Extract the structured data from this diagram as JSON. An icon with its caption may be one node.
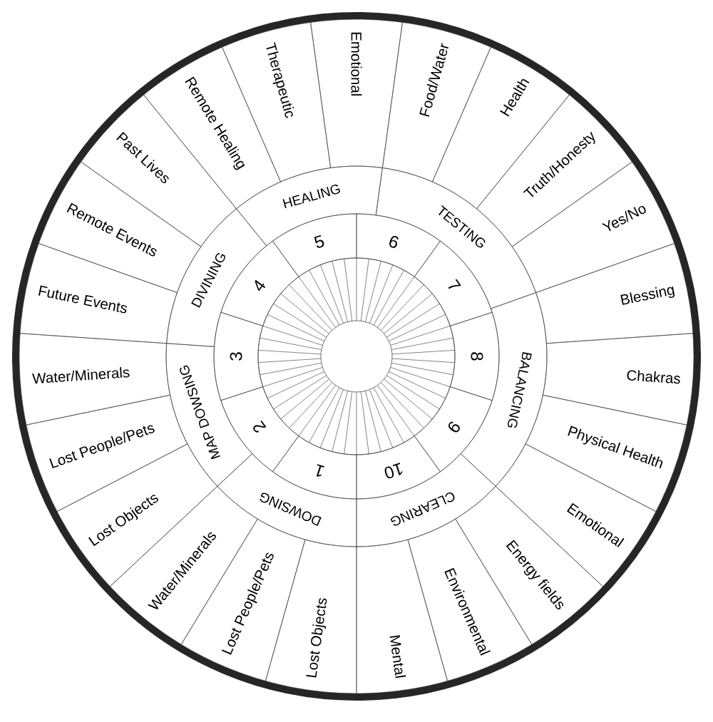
{
  "diagram": {
    "nodes": [
      {
        "text": [
          "Emotional"
        ]
      },
      {
        "text": [
          "Food/Water"
        ]
      },
      {
        "text": [
          "Health"
        ]
      },
      {
        "text": [
          "Truth/Honesty"
        ]
      },
      {
        "text": [
          "Yes/No"
        ]
      },
      {
        "text": [
          "Blessing"
        ]
      },
      {
        "text": [
          "Chakras"
        ]
      },
      {
        "text": [
          "Physical Health"
        ]
      },
      {
        "text": [
          "Emotional"
        ]
      },
      {
        "text": [
          "Energy fields"
        ]
      },
      {
        "text": [
          "Environmental"
        ]
      },
      {
        "text": [
          "Mental"
        ]
      },
      {
        "text": [
          "Lost Objects"
        ]
      },
      {
        "text": [
          "Lost People/Pets"
        ]
      },
      {
        "text": [
          "Water/Minerals"
        ]
      },
      {
        "text": [
          "Lost Objects"
        ]
      },
      {
        "text": [
          "Lost People/Pets"
        ]
      },
      {
        "text": [
          "Water/Minerals"
        ]
      },
      {
        "text": [
          "Future Events"
        ]
      },
      {
        "text": [
          "Remote Events"
        ]
      },
      {
        "text": [
          "Past Lives"
        ]
      },
      {
        "text": [
          "Remote Healing"
        ]
      },
      {
        "text": [
          "Therapeutic"
        ]
      },
      {
        "text": [
          "HEALING"
        ]
      },
      {
        "text": [
          "TESTING"
        ]
      },
      {
        "text": [
          "BALANCING"
        ]
      },
      {
        "text": [
          "CLEARING"
        ]
      },
      {
        "text": [
          "DOWSING"
        ]
      },
      {
        "text": [
          "MAP DOWSING"
        ]
      },
      {
        "text": [
          "DIVINING"
        ]
      },
      {
        "text": [
          "1"
        ]
      },
      {
        "text": [
          "2"
        ]
      },
      {
        "text": [
          "3"
        ]
      },
      {
        "text": [
          "4"
        ]
      },
      {
        "text": [
          "5"
        ]
      },
      {
        "text": [
          "6"
        ]
      },
      {
        "text": [
          "7"
        ]
      },
      {
        "text": [
          "8"
        ]
      },
      {
        "text": [
          "9"
        ]
      },
      {
        "text": [
          "10"
        ]
      }
    ]
  }
}
